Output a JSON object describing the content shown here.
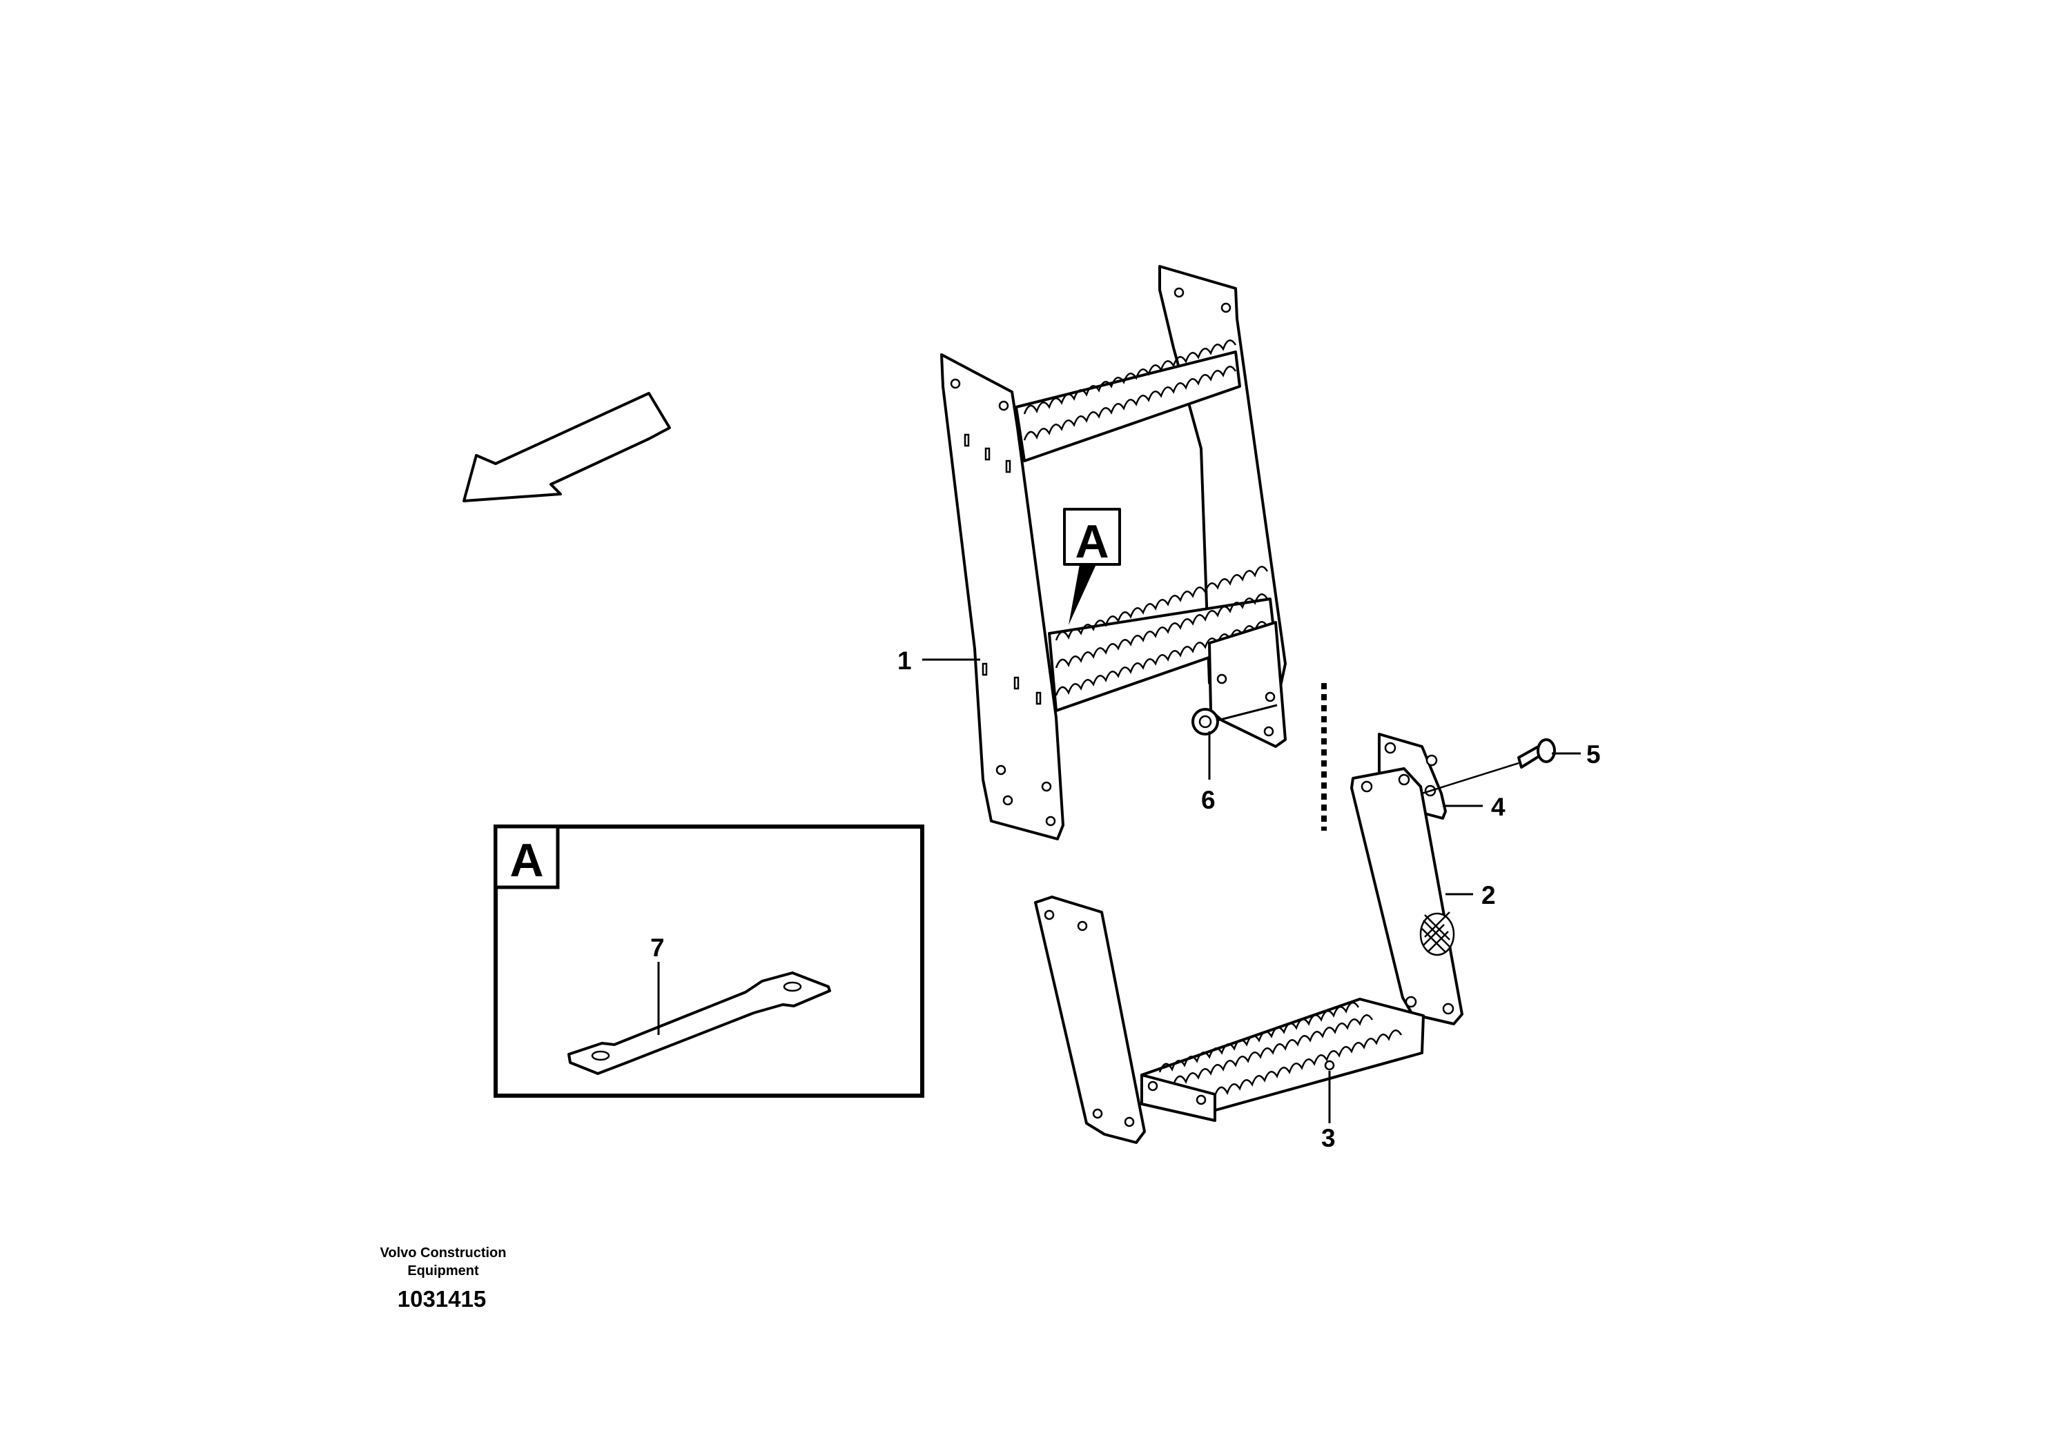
{
  "diagram": {
    "callouts": {
      "c1": "1",
      "c2": "2",
      "c3": "3",
      "c4": "4",
      "c5": "5",
      "c6": "6",
      "c7": "7"
    },
    "view_tag": "A",
    "detail": {
      "tag": "A"
    },
    "footer": {
      "company_line1": "Volvo Construction",
      "company_line2": "Equipment",
      "part_number": "1031415"
    }
  }
}
